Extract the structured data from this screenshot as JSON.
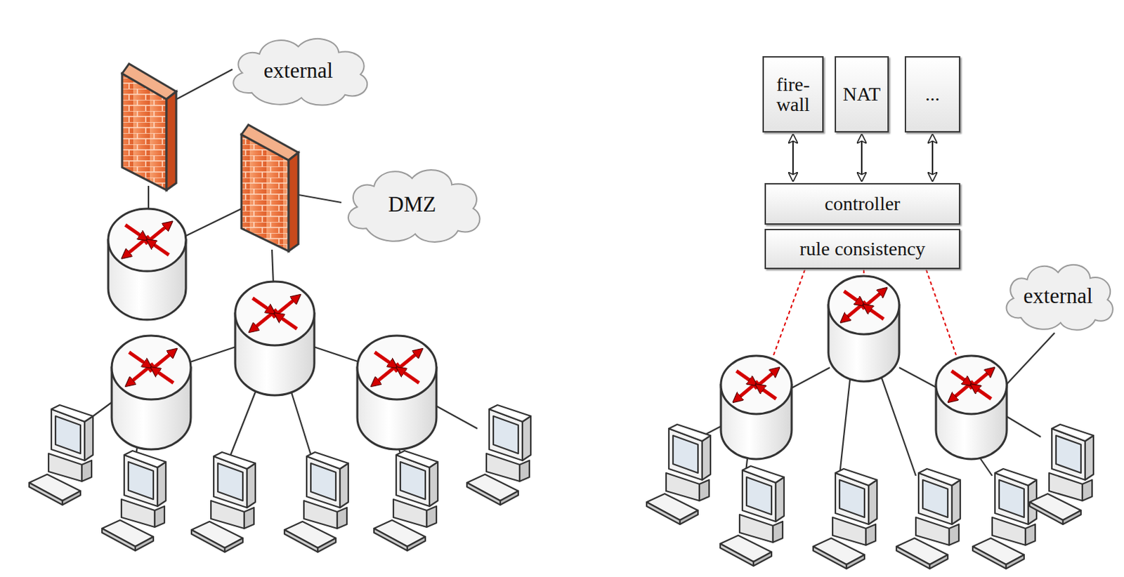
{
  "diagram": {
    "nodes": [
      {
        "text": [
          "external"
        ]
      },
      {
        "text": [
          "DMZ"
        ]
      },
      {
        "text": [
          "fire- wall"
        ]
      },
      {
        "text": [
          "NAT"
        ]
      },
      {
        "text": [
          "..."
        ]
      },
      {
        "text": [
          "controller"
        ]
      },
      {
        "text": [
          "rule consistency"
        ]
      },
      {
        "text": [
          "external"
        ]
      }
    ],
    "edges": [
      {
        "from": 2,
        "to": 5,
        "arrow": "both"
      },
      {
        "from": 3,
        "to": 5,
        "arrow": "both"
      },
      {
        "from": 4,
        "to": 5,
        "arrow": "both"
      }
    ]
  }
}
